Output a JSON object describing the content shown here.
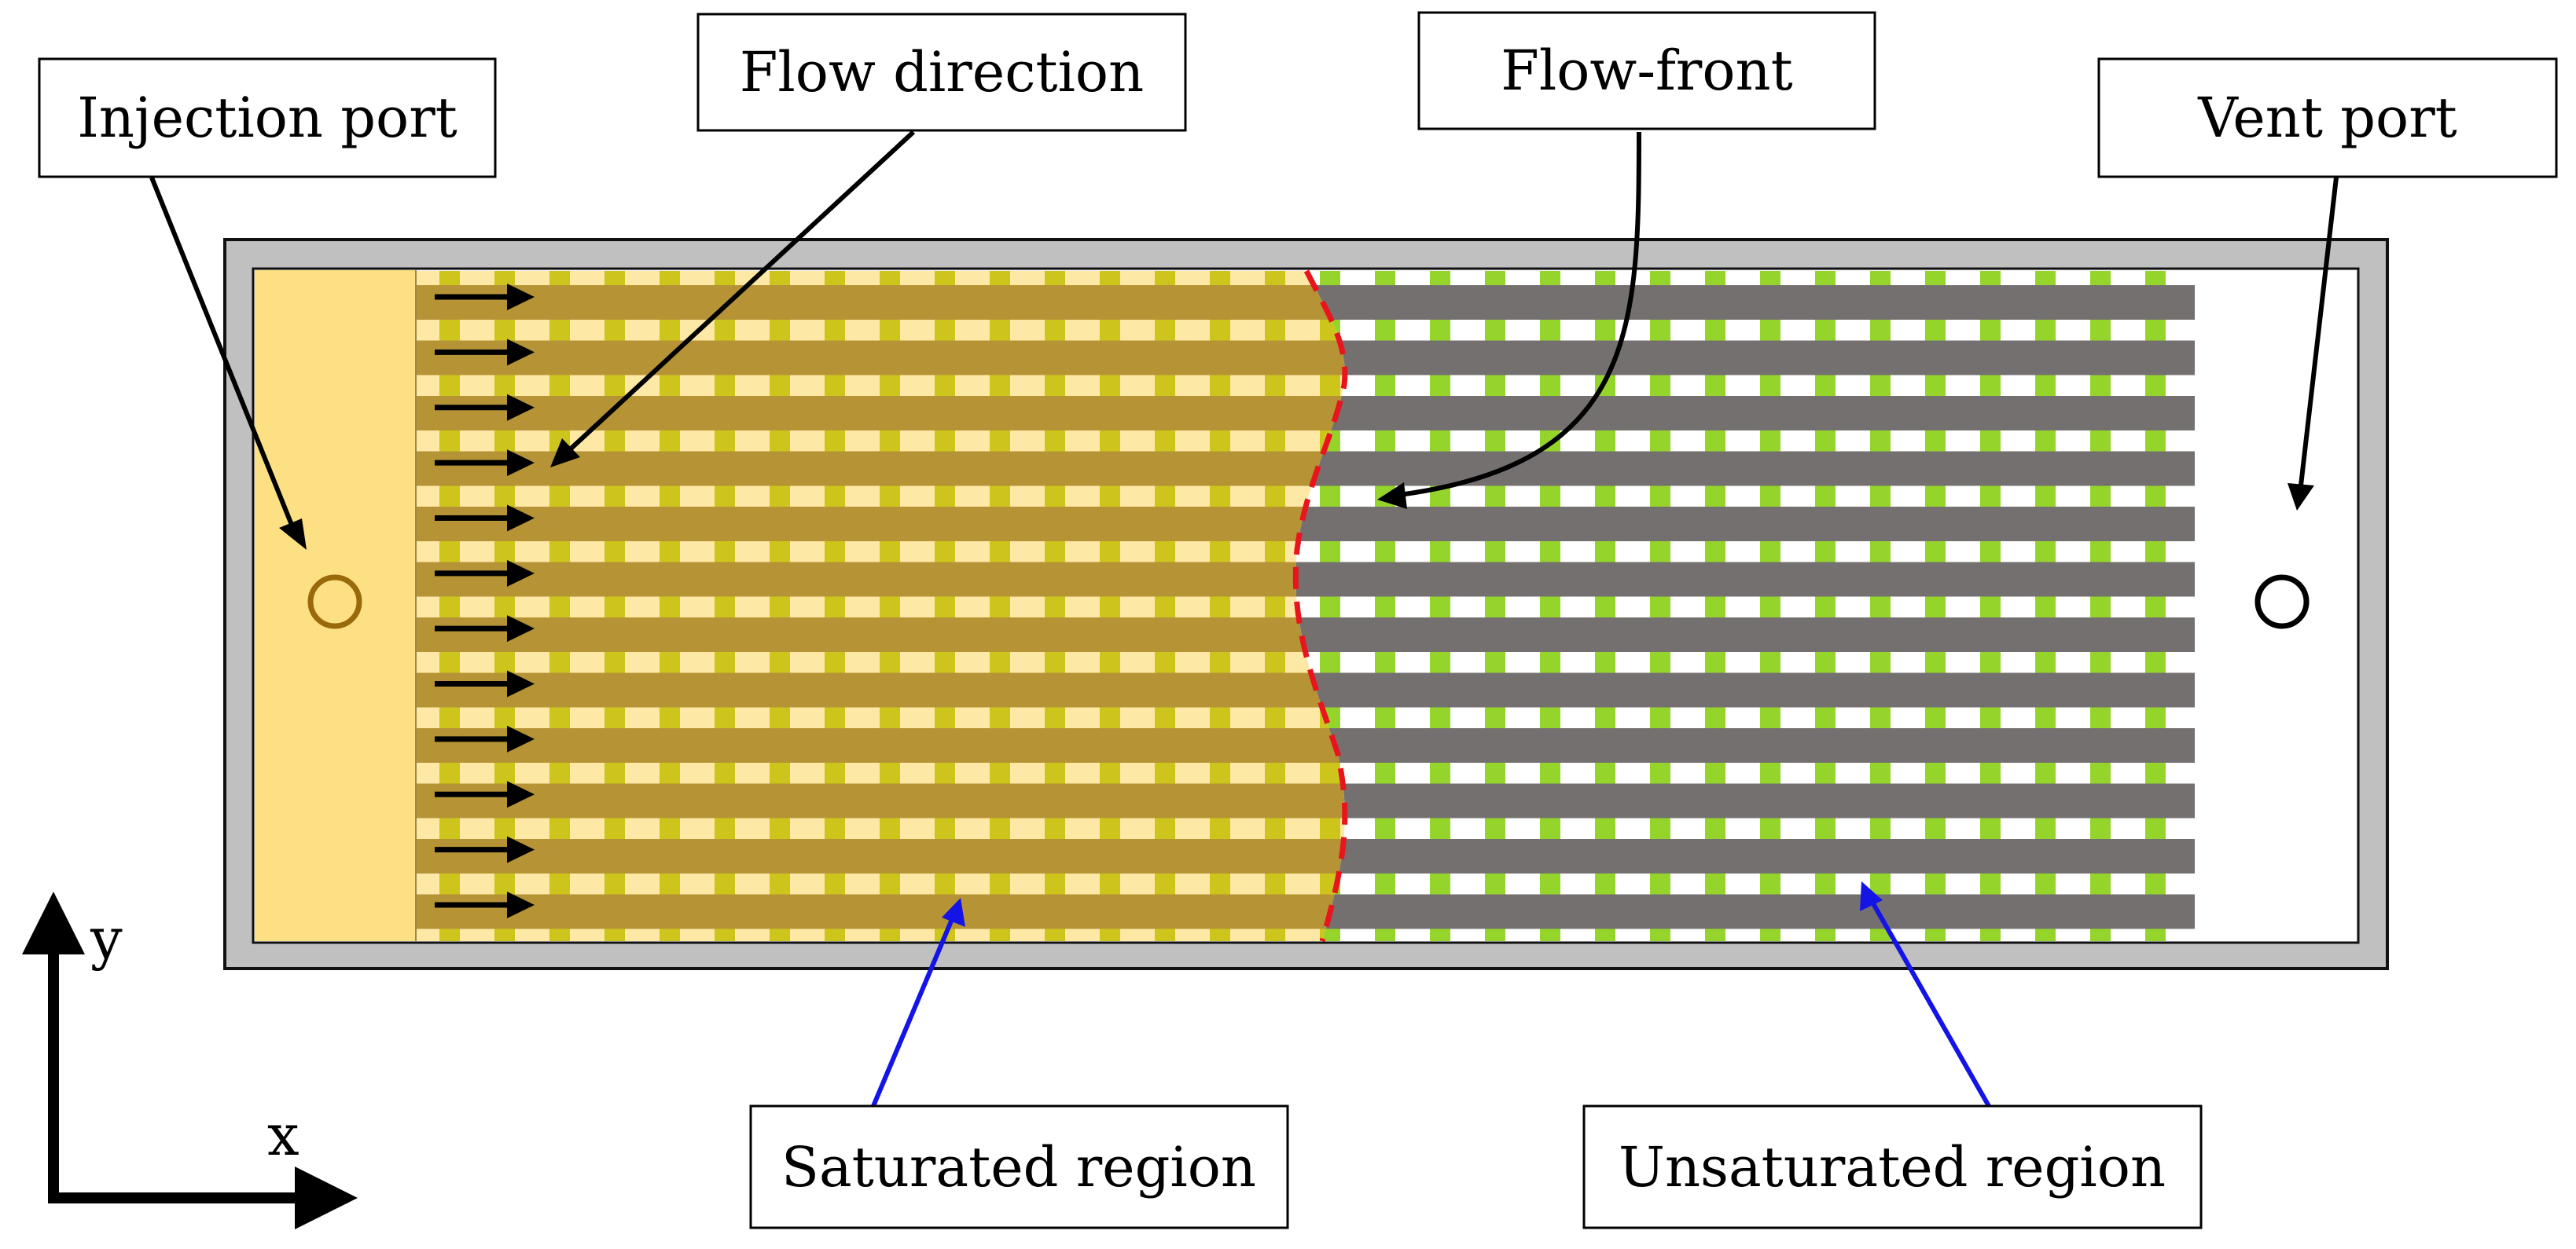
{
  "labels": {
    "injection_port": "Injection port",
    "flow_direction": "Flow direction",
    "flow_front": "Flow-front",
    "vent_port": "Vent port",
    "saturated_region": "Saturated region",
    "unsaturated_region": "Unsaturated region"
  },
  "axes": {
    "x": "x",
    "y": "y"
  },
  "colors": {
    "frame": "#c0c0c0",
    "injection_zone": "#fde083",
    "saturated_warp": "#cdc51c",
    "saturated_weft": "#b69436",
    "saturated_gap": "#fde8a6",
    "unsaturated_warp": "#95d52b",
    "unsaturated_weft": "#757070",
    "unsaturated_gap": "#ffffff",
    "flow_front_line": "#e8141e",
    "leader_black": "#000000",
    "leader_blue": "#1414e6",
    "injection_port_ring": "#9a6a0a",
    "vent_port_ring": "#000000"
  },
  "flow_arrow_count": 12
}
